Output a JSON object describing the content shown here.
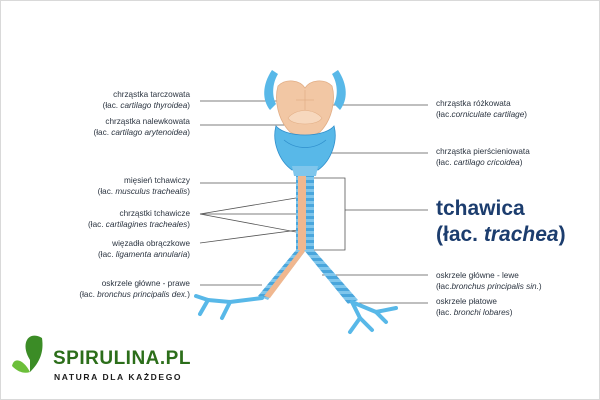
{
  "title": {
    "main": "tchawica",
    "latin_prefix": "(łac. ",
    "latin_term": "trachea",
    "latin_suffix": ")"
  },
  "labels_left": [
    {
      "id": "thyroid",
      "line1": "chrząstka tarczowata",
      "prefix": "(łac. ",
      "latin": "cartilago thyroidea",
      "suffix": ")"
    },
    {
      "id": "arytenoid",
      "line1": "chrząstka nalewkowata",
      "prefix": "(łac. ",
      "latin": "cartilago arytenoidea",
      "suffix": ")"
    },
    {
      "id": "muscle",
      "line1": "mięsień tchawiczy",
      "prefix": "(łac. ",
      "latin": "musculus trachealis",
      "suffix": ")"
    },
    {
      "id": "cartilages",
      "line1": "chrząstki tchawicze",
      "prefix": "(łac. ",
      "latin": "cartilagines tracheales",
      "suffix": ")"
    },
    {
      "id": "annular",
      "line1": "więzadła obrączkowe",
      "prefix": "(łac. ",
      "latin": "ligamenta annularia",
      "suffix": ")"
    },
    {
      "id": "bronchus-right",
      "line1": "oskrzele główne - prawe",
      "prefix": "(łac. ",
      "latin": "bronchus principalis dex.",
      "suffix": ")"
    }
  ],
  "labels_right": [
    {
      "id": "corniculate",
      "line1": "chrząstka różkowata",
      "prefix": "(łac.",
      "latin": "corniculate cartilage",
      "suffix": ")"
    },
    {
      "id": "cricoid",
      "line1": "chrząstka pierścieniowata",
      "prefix": "(łac. ",
      "latin": "cartilago cricoidea",
      "suffix": ")"
    },
    {
      "id": "bronchus-left",
      "line1": "oskrzele główne - lewe",
      "prefix": "(łac.",
      "latin": "bronchus principalis sin.",
      "suffix": ")"
    },
    {
      "id": "lobar",
      "line1": "oskrzele płatowe",
      "prefix": "(łac. ",
      "latin": "bronchi lobares",
      "suffix": ")"
    }
  ],
  "logo": {
    "name": "SPIRULINA",
    "tld": ".PL",
    "slogan": "NATURA DLA KAŻDEGO"
  },
  "colors": {
    "cartilage_blue": "#58b8e8",
    "cartilage_blue_dark": "#2f8fcc",
    "thyroid_peach": "#f2c7a4",
    "muscle_peach": "#f0b78f",
    "leader_line": "#555555",
    "title": "#1c3d6e",
    "logo_green": "#2c6e1a"
  }
}
